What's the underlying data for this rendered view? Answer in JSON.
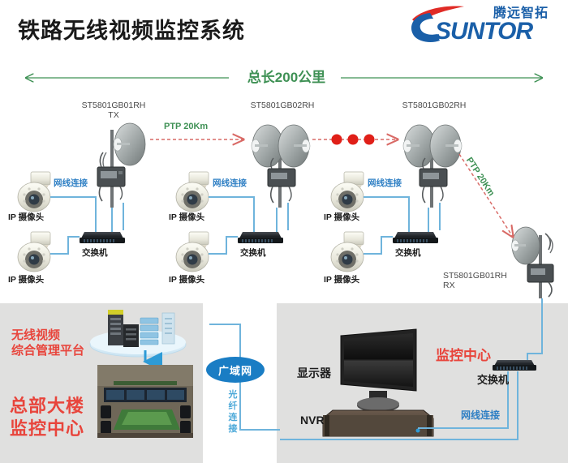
{
  "header": {
    "title": "铁路无线视频监控系统",
    "logo_cn": "腾远智拓",
    "logo_en": "SUNTOR"
  },
  "span": {
    "label": "总长200公里"
  },
  "diagram": {
    "nodes": [
      {
        "id": "tx",
        "name": "ST5801GB01RH",
        "role": "TX",
        "kind": "single-dish"
      },
      {
        "id": "relay1",
        "name": "ST5801GB02RH",
        "role": "",
        "kind": "dual-dish"
      },
      {
        "id": "relay2",
        "name": "ST5801GB02RH",
        "role": "",
        "kind": "dual-dish"
      },
      {
        "id": "rx",
        "name": "ST5801GB01RH",
        "role": "RX",
        "kind": "single-dish"
      }
    ],
    "links": [
      {
        "label": "PTP 20Km",
        "style": "dashed-arrow-red"
      },
      {
        "label": "",
        "style": "dashed-arrow-red-dots"
      },
      {
        "label": "PTP 20Km",
        "style": "dashed-arrow-red-diagonal"
      }
    ],
    "camera_label": "IP 摄像头",
    "switch_label": "交换机",
    "cable_label": "网线连接",
    "sites": [
      {
        "cameras": 2,
        "switch": true
      },
      {
        "cameras": 2,
        "switch": true
      },
      {
        "cameras": 2,
        "switch": true
      }
    ]
  },
  "bottom_left": {
    "platform_label": "无线视频\n综合管理平台",
    "center_label": "总部大楼\n监控中心"
  },
  "bottom_mid": {
    "wan_label": "广域网",
    "fiber_label": "光纤连接"
  },
  "bottom_right": {
    "monitor_label": "显示器",
    "nvr_label": "NVR",
    "center_label": "监控中心",
    "switch_label": "交换机",
    "cable_label": "网线连接"
  },
  "colors": {
    "brand_blue": "#1a5fa8",
    "brand_red": "#e8453c",
    "accent_green": "#3f9155",
    "cable_blue": "#6fb4dc",
    "link_red": "#d94f4a",
    "panel_gray": "#e0e0df"
  }
}
